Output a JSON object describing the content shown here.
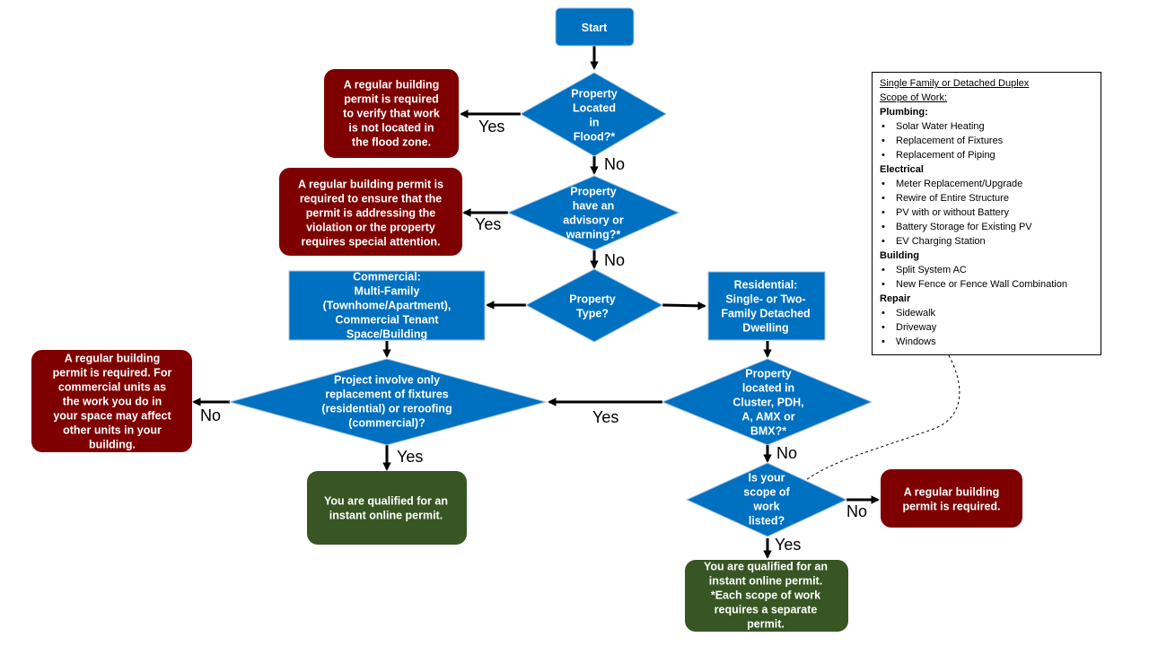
{
  "nodes": {
    "start": "Start",
    "flood_decision": [
      "Property",
      "Located",
      "in",
      "Flood?*"
    ],
    "flood_permit": [
      "A regular building",
      "permit is required",
      "to verify that work",
      "is not located in",
      "the flood zone."
    ],
    "advisory_decision": [
      "Property",
      "have an",
      "advisory or",
      "warning?*"
    ],
    "advisory_permit": [
      "A regular building permit is",
      "required to ensure that the",
      "permit is addressing the",
      "violation or the property",
      "requires special attention."
    ],
    "type_decision": [
      "Property",
      "Type?"
    ],
    "commercial": [
      "Commercial:",
      "Multi-Family",
      "(Townhome/Apartment),",
      "Commercial Tenant",
      "Space/Building"
    ],
    "residential": [
      "Residential:",
      "Single- or Two-",
      "Family Detached",
      "Dwelling"
    ],
    "fixtures_decision": [
      "Project involve only",
      "replacement of fixtures",
      "(residential) or reroofing",
      "(commercial)?"
    ],
    "commercial_permit": [
      "A regular building",
      "permit is required. For",
      "commercial units as",
      "the work you do in",
      "your space may affect",
      "other units in your",
      "building."
    ],
    "qualified_left": [
      "You are qualified for an",
      "instant online permit."
    ],
    "cluster_decision": [
      "Property",
      "located in",
      "Cluster, PDH,",
      "A, AMX or",
      "BMX?*"
    ],
    "scope_decision": [
      "Is your",
      "scope of",
      "work",
      "listed?"
    ],
    "regular_permit": [
      "A regular building",
      "permit is required."
    ],
    "qualified_right": [
      "You are qualified for an",
      "instant online permit.",
      "*Each scope of work",
      "requires a separate",
      "permit."
    ]
  },
  "edge_labels": {
    "flood_yes": "Yes",
    "flood_no": "No",
    "advisory_yes": "Yes",
    "advisory_no": "No",
    "fixtures_no": "No",
    "fixtures_yes": "Yes",
    "cluster_yes": "Yes",
    "cluster_no": "No",
    "scope_no": "No",
    "scope_yes": "Yes"
  },
  "scope_list": {
    "title": "Single Family or Detached Duplex",
    "subtitle": "Scope of Work:",
    "plumbing_heading": "Plumbing:",
    "plumbing": [
      "Solar Water Heating",
      "Replacement of Fixtures",
      "Replacement of Piping"
    ],
    "electrical_heading": "Electrical",
    "electrical": [
      "Meter Replacement/Upgrade",
      "Rewire of Entire Structure",
      "PV with or without Battery",
      "Battery Storage for Existing PV",
      "EV Charging Station"
    ],
    "building_heading": "Building",
    "building": [
      "Split System AC",
      "New Fence or Fence Wall Combination"
    ],
    "repair_heading": "Repair",
    "repair": [
      "Sidewalk",
      "Driveway",
      "Windows"
    ]
  },
  "colors": {
    "blue": "#0070c0",
    "red": "#7f0000",
    "green": "#375623",
    "outline": "#a6c4e6"
  }
}
